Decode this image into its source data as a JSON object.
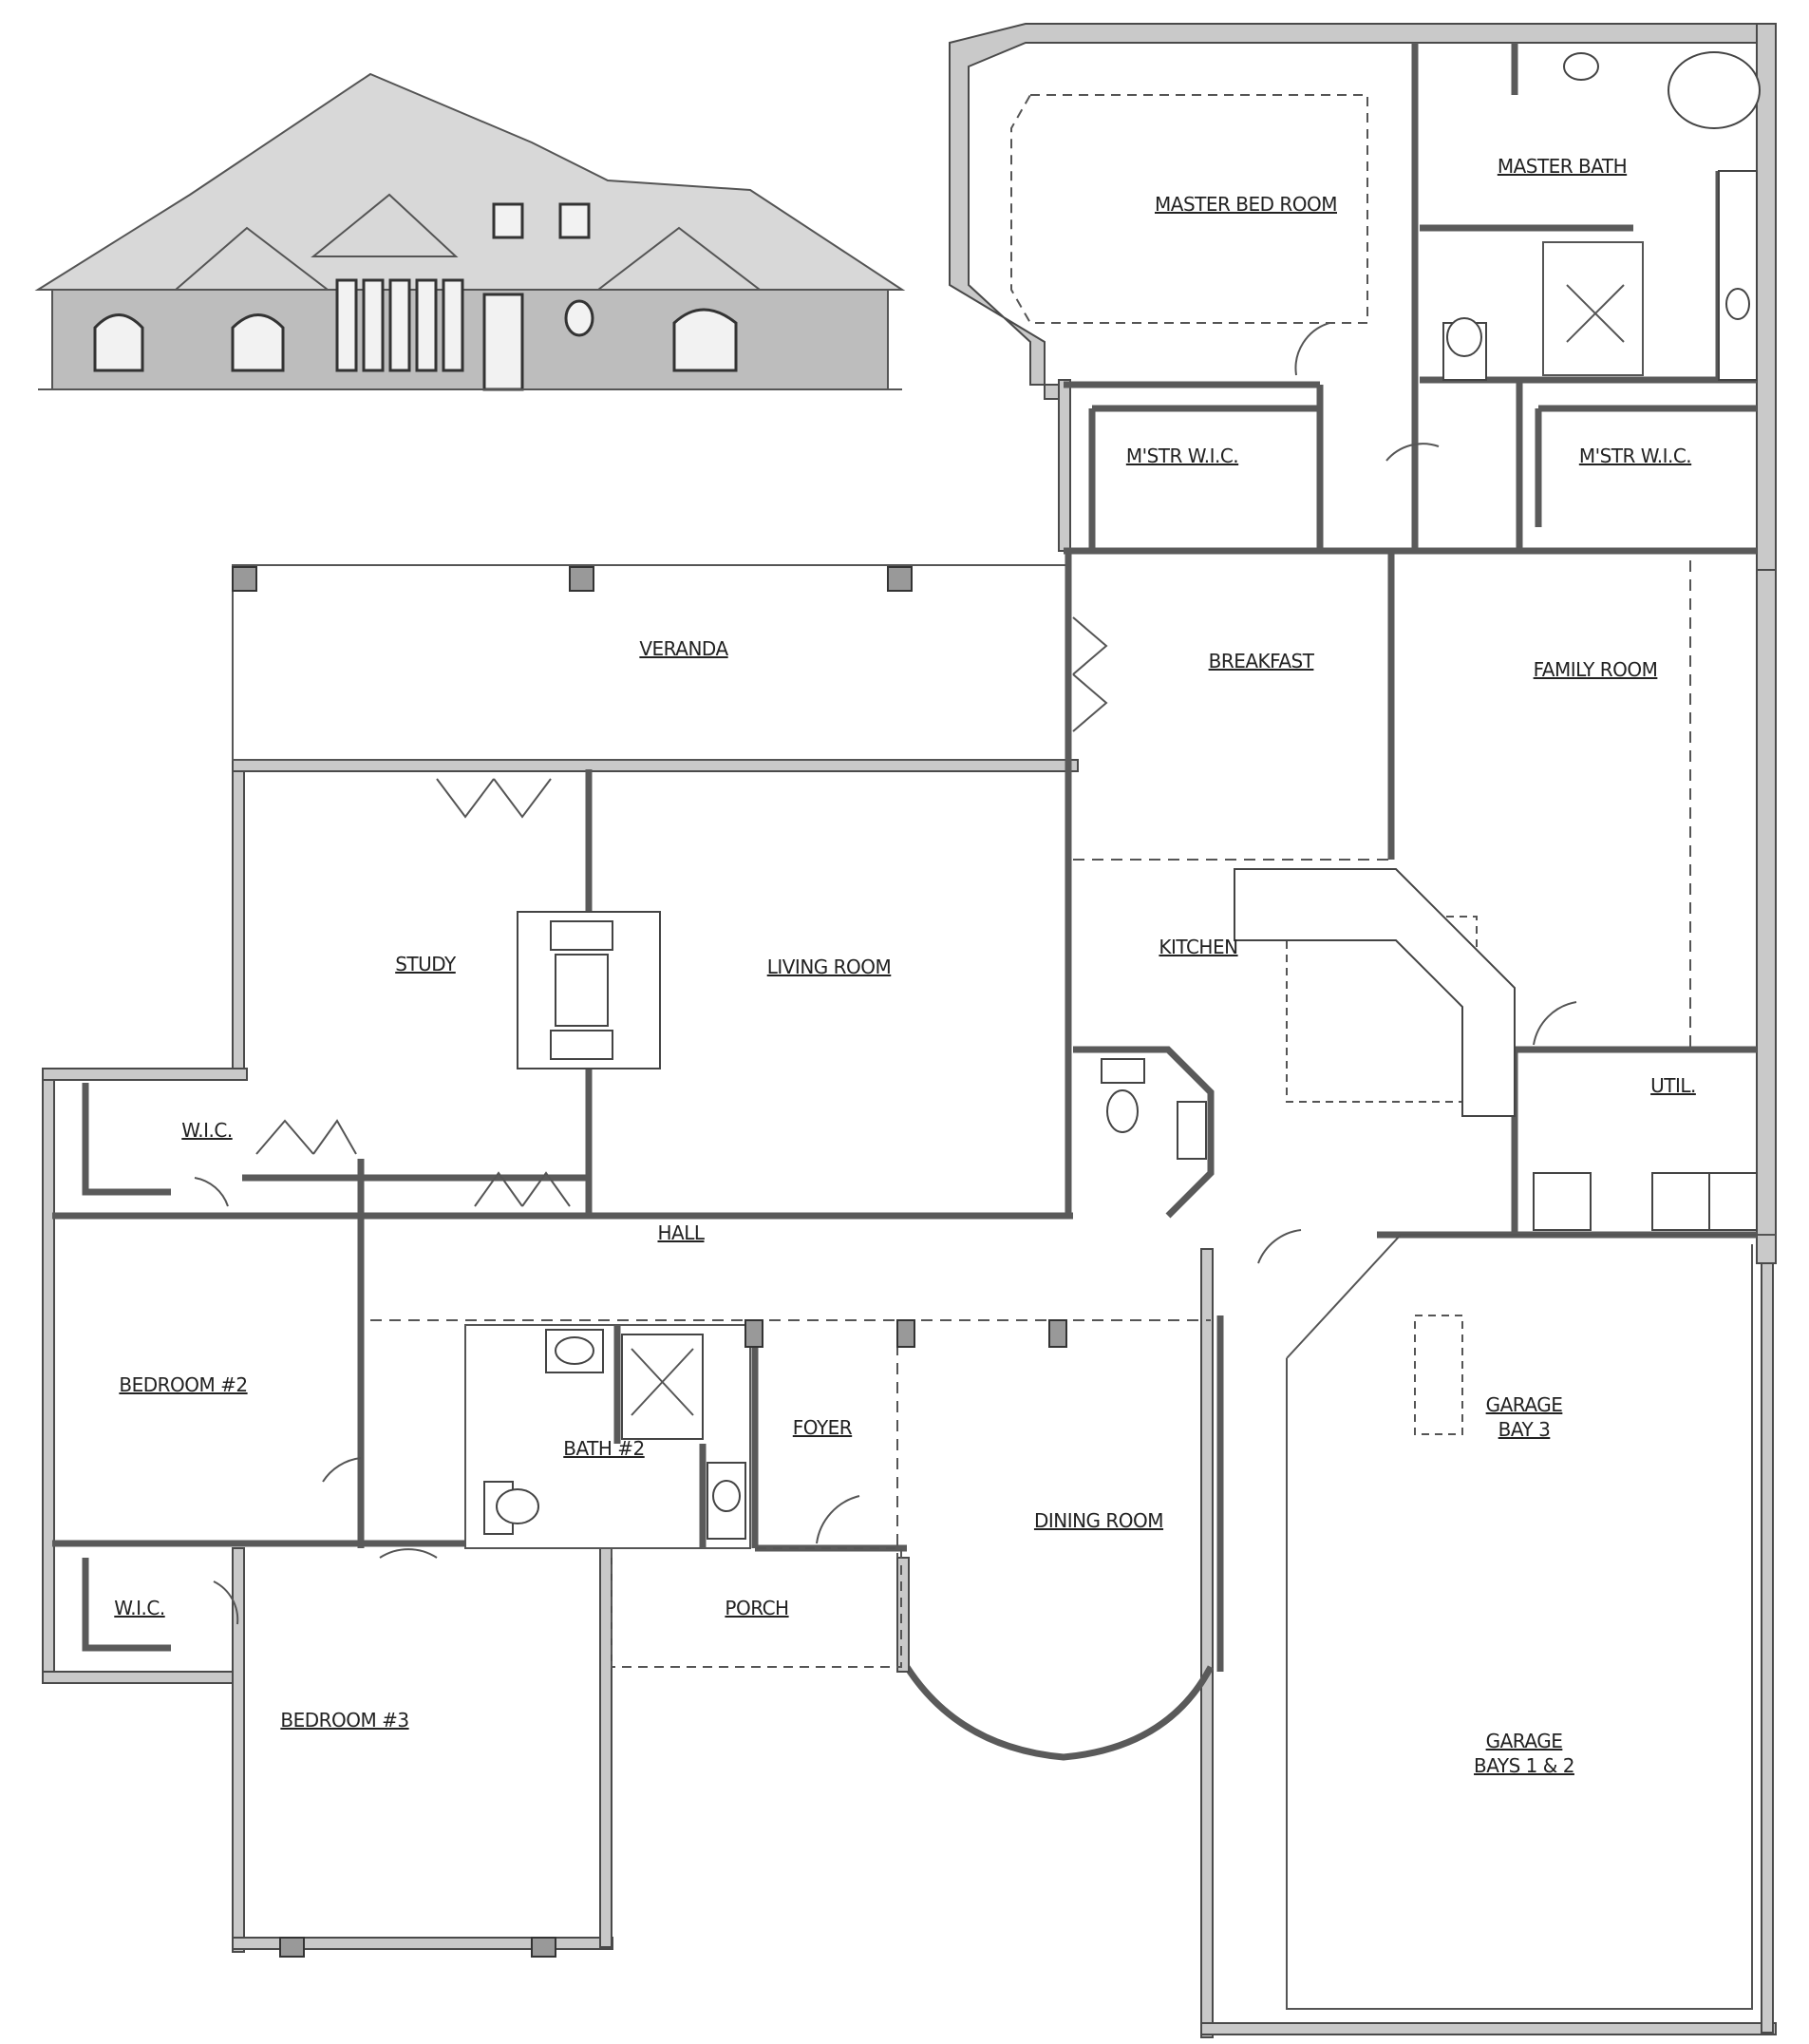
{
  "rooms": {
    "master_bedroom": "MASTER BED ROOM",
    "master_bath": "MASTER BATH",
    "mstr_wic_left": "M'STR W.I.C.",
    "mstr_wic_right": "M'STR W.I.C.",
    "veranda": "VERANDA",
    "breakfast": "BREAKFAST",
    "family_room": "FAMILY ROOM",
    "study": "STUDY",
    "living_room": "LIVING ROOM",
    "kitchen": "KITCHEN",
    "util": "UTIL.",
    "wic_1": "W.I.C.",
    "hall": "HALL",
    "bedroom_2": "BEDROOM #2",
    "bath_2": "BATH #2",
    "foyer": "FOYER",
    "dining_room": "DINING ROOM",
    "garage_bay3_line1": "GARAGE",
    "garage_bay3_line2": "BAY 3",
    "wic_2": "W.I.C.",
    "porch": "PORCH",
    "bedroom_3": "BEDROOM #3",
    "garage_bays12_line1": "GARAGE",
    "garage_bays12_line2": "BAYS 1 & 2"
  }
}
